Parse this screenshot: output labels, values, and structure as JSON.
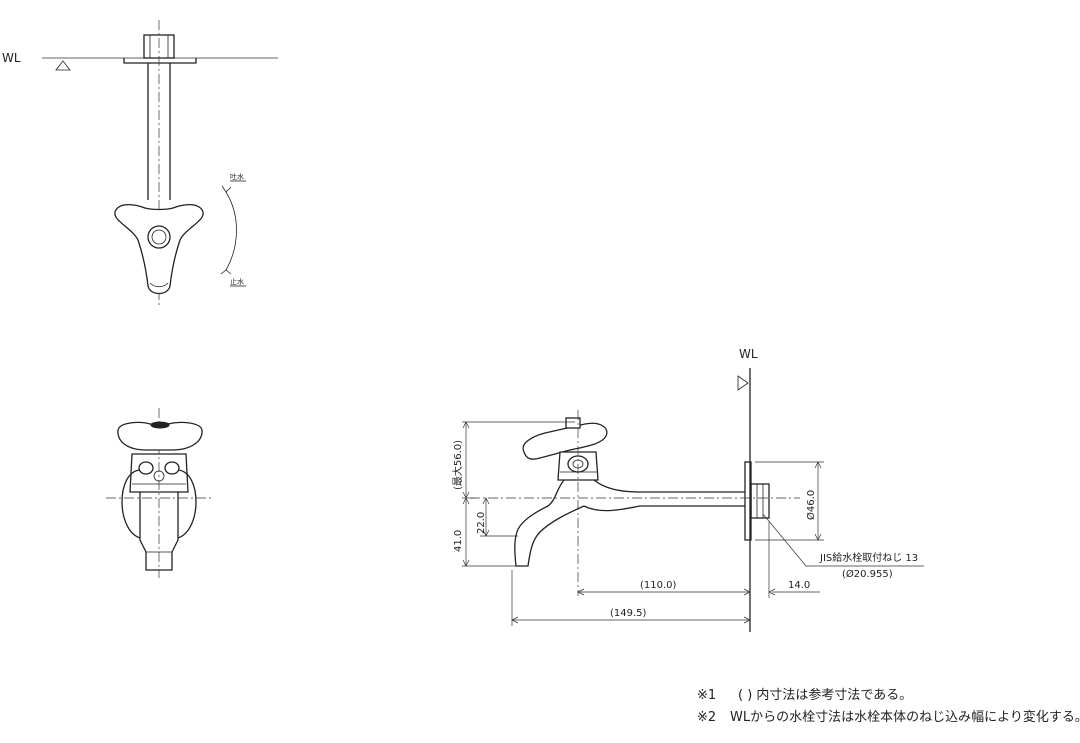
{
  "wl_top": "WL",
  "wl_side": "WL",
  "rotation": {
    "open": "吐水",
    "close": "止水"
  },
  "dimensions": {
    "max_height": "(最大56.0)",
    "height": "41.0",
    "spout_drop": "22.0",
    "diameter": "Ø46.0",
    "reach_inner": "(110.0)",
    "reach_total": "(149.5)",
    "thread_len": "14.0"
  },
  "thread_label": "JIS給水栓取付ねじ 13",
  "thread_sub": "(Ø20.955)",
  "notes": {
    "note1_mark": "※1",
    "note1_text": "( ) 内寸法は参考寸法である。",
    "note2_mark": "※2",
    "note2_text": "WLからの水栓寸法は水栓本体のねじ込み幅により変化する。"
  }
}
